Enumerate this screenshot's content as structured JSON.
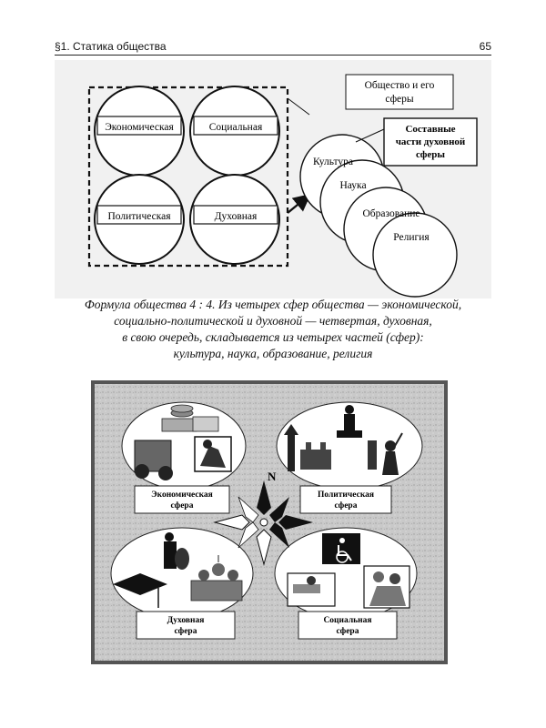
{
  "header": {
    "section": "§1. Статика общества",
    "page_number": "65"
  },
  "diagram_top": {
    "spheres": [
      "Экономическая",
      "Социальная",
      "Политическая",
      "Духовная"
    ],
    "callout_society": [
      "Общество и его",
      "сферы"
    ],
    "callout_parts": [
      "Составные",
      "части духовной",
      "сферы"
    ],
    "parts": [
      "Культура",
      "Наука",
      "Образование",
      "Религия"
    ]
  },
  "caption_lines": [
    "Формула общества 4 : 4. Из четырех сфер общества — экономической,",
    "социально-политической и духовной — четвертая, духовная,",
    "в свою очередь, складывается из четырех частей (сфер):",
    "культура, наука, образование, религия"
  ],
  "diagram_bottom": {
    "compass_letter": "N",
    "labels": [
      [
        "Экономическая",
        "сфера"
      ],
      [
        "Политическая",
        "сфера"
      ],
      [
        "Духовная",
        "сфера"
      ],
      [
        "Социальная",
        "сфера"
      ]
    ]
  }
}
